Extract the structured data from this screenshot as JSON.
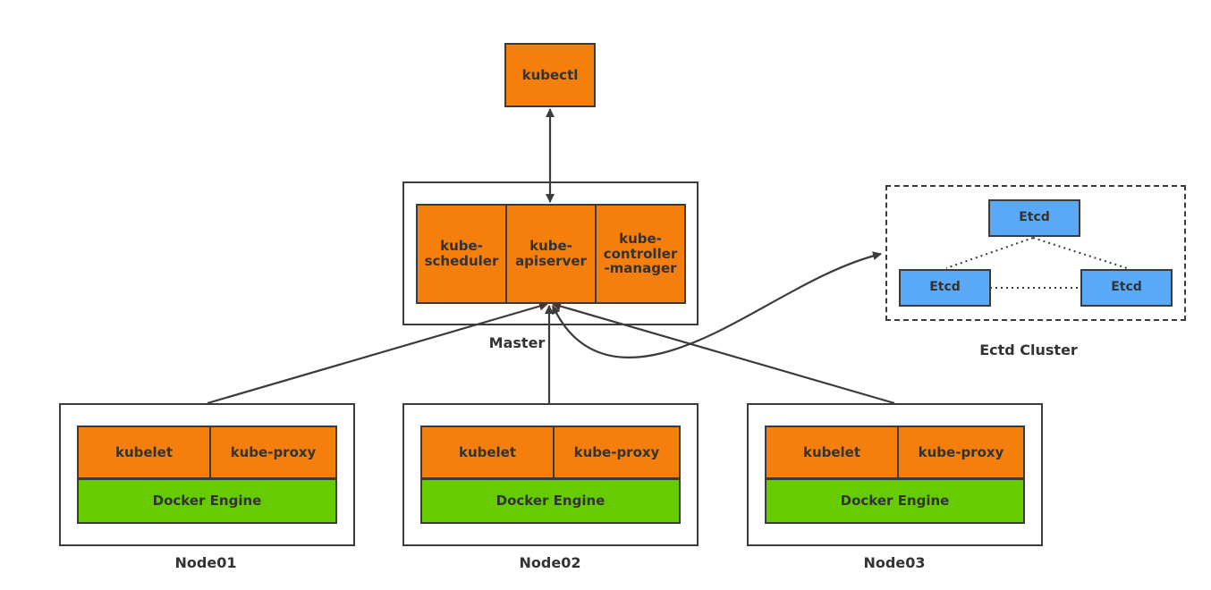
{
  "kubectl": {
    "label": "kubectl"
  },
  "master": {
    "label": "Master",
    "components": [
      {
        "label": "kube-\nscheduler"
      },
      {
        "label": "kube-\napiserver"
      },
      {
        "label": "kube-\ncontroller\n-manager"
      }
    ]
  },
  "etcd_cluster": {
    "label": "Ectd Cluster",
    "nodes": [
      {
        "label": "Etcd"
      },
      {
        "label": "Etcd"
      },
      {
        "label": "Etcd"
      }
    ]
  },
  "nodes": [
    {
      "label": "Node01",
      "kubelet": "kubelet",
      "proxy": "kube-proxy",
      "engine": "Docker Engine"
    },
    {
      "label": "Node02",
      "kubelet": "kubelet",
      "proxy": "kube-proxy",
      "engine": "Docker Engine"
    },
    {
      "label": "Node03",
      "kubelet": "kubelet",
      "proxy": "kube-proxy",
      "engine": "Docker Engine"
    }
  ],
  "colors": {
    "component": "#f47f0c",
    "engine": "#66cc00",
    "etcd": "#5aa9f7",
    "stroke": "#3b3b3b"
  }
}
